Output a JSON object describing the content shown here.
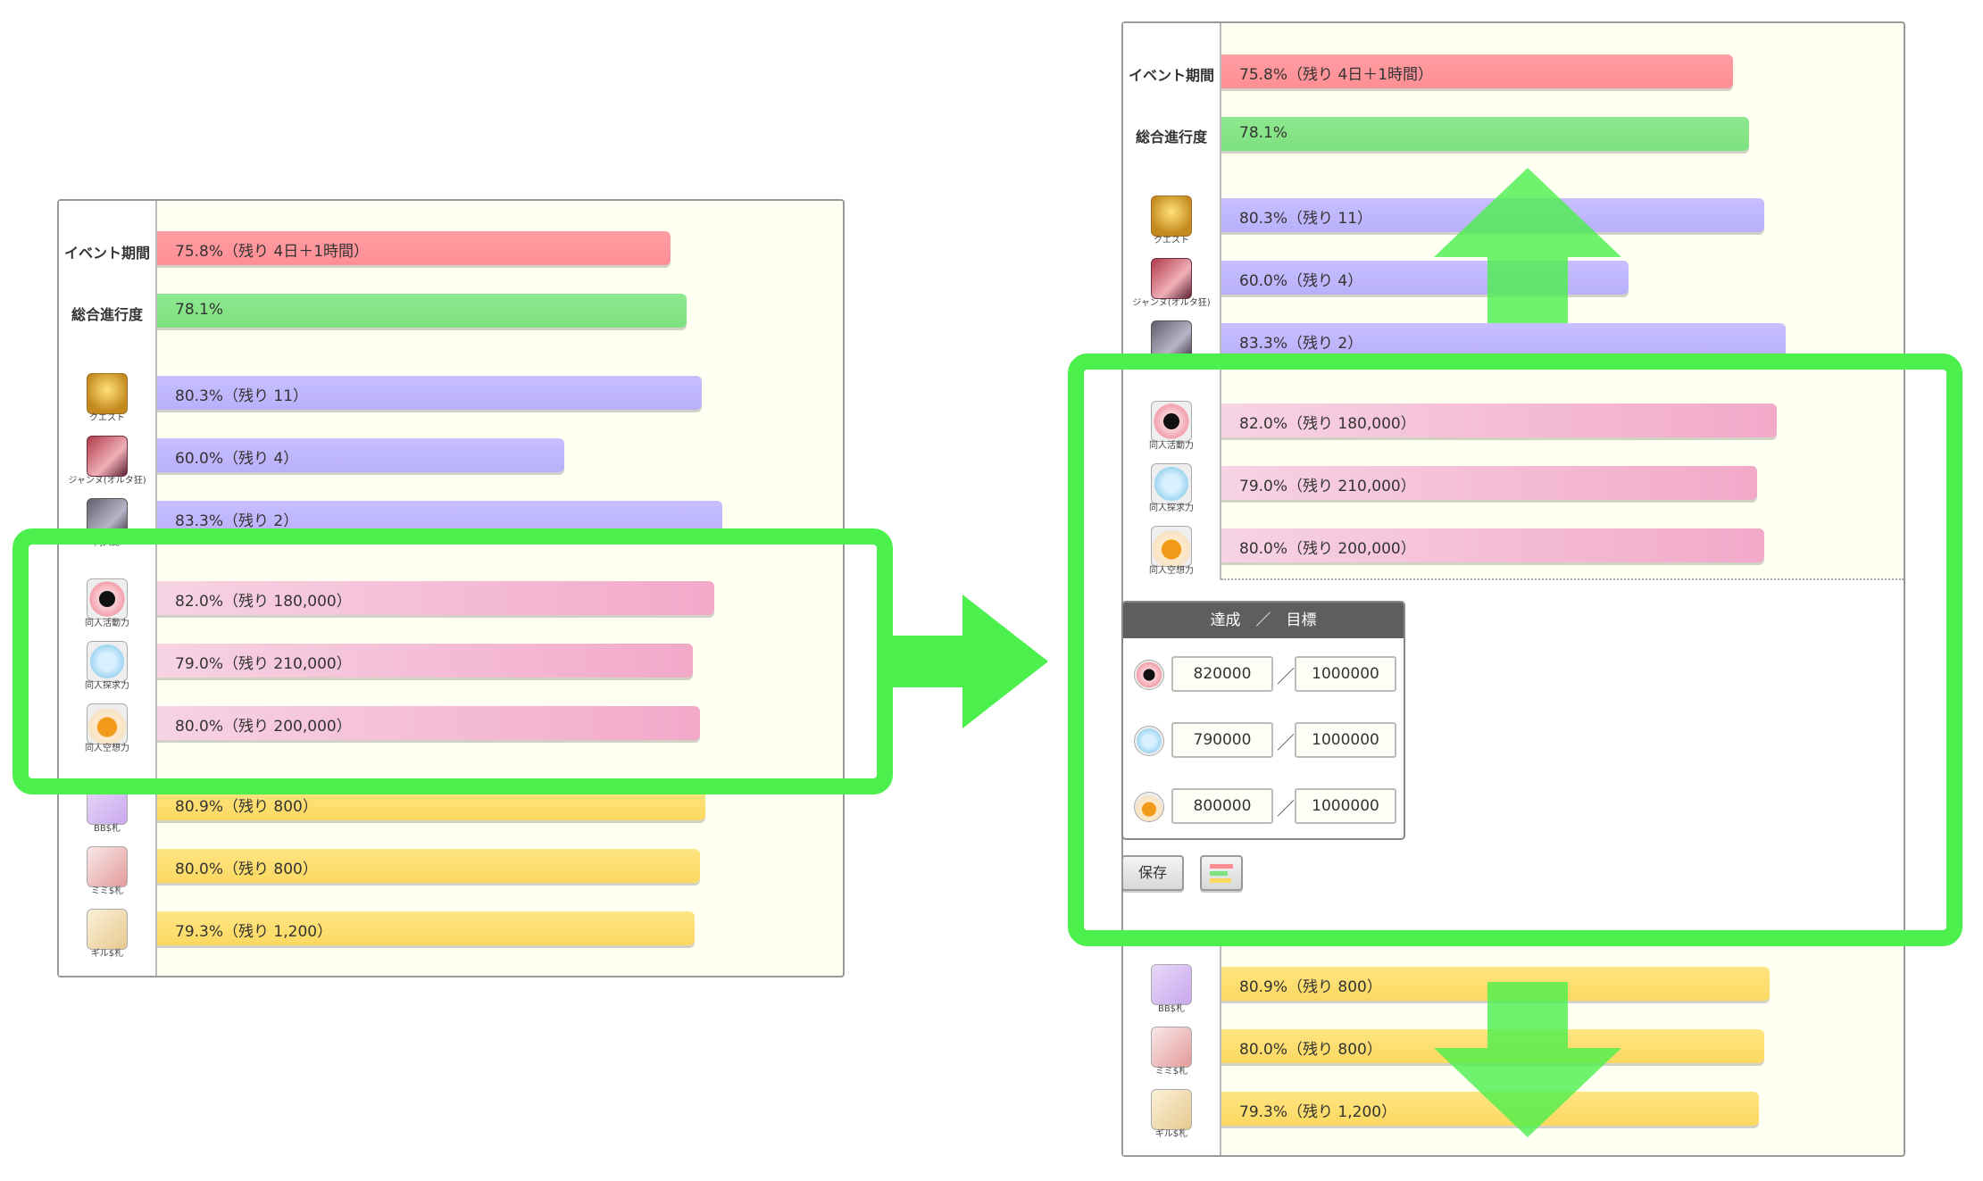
{
  "rows": {
    "event_label": "イベント期間",
    "event_value": "75.8%（残り 4日＋1時間）",
    "total_label": "総合進行度",
    "total_value": "78.1%",
    "quest_caption": "クエスト",
    "quest_value": "80.3%（残り 11）",
    "jeanne_caption": "ジャンヌ(オルタ狂)",
    "jeanne_value": "60.0%（残り 4）",
    "member_caption": "同人誌",
    "member_value": "83.3%（残り 2）",
    "drive_caption": "同人活動力",
    "drive_value": "82.0%（残り 180,000）",
    "explore_caption": "同人探求力",
    "explore_value": "79.0%（残り 210,000）",
    "imagine_caption": "同人空想力",
    "imagine_value": "80.0%（残り 200,000）",
    "bb_caption": "BB$札",
    "bb_value": "80.9%（残り 800）",
    "mimi_caption": "ミミ$札",
    "mimi_value": "80.0%（残り 800）",
    "gil_caption": "ギル$札",
    "gil_value": "79.3%（残り 1,200）"
  },
  "target_editor": {
    "header": "達成　／　目標",
    "rows": [
      {
        "icon": "drive-mini-icon",
        "current": "820000",
        "goal": "1000000"
      },
      {
        "icon": "explore-mini-icon",
        "current": "790000",
        "goal": "1000000"
      },
      {
        "icon": "imagine-mini-icon",
        "current": "800000",
        "goal": "1000000"
      }
    ],
    "separator": "／",
    "save_label": "保存",
    "toggle_icon": "bar-chart-icon"
  },
  "progress": {
    "event": 0.758,
    "total": 0.781,
    "quest": 0.803,
    "jeanne": 0.6,
    "member": 0.833,
    "drive": 0.82,
    "explore": 0.79,
    "imagine": 0.8,
    "bb": 0.809,
    "mimi": 0.8,
    "gil": 0.793
  },
  "colors": {
    "highlight": "#4cf04c",
    "event_bar": "#ff9196",
    "total_bar": "#80e080",
    "item_bar": "#bcb3fb",
    "point_bar": "#f2aacb",
    "ticket_bar": "#fbd860"
  }
}
